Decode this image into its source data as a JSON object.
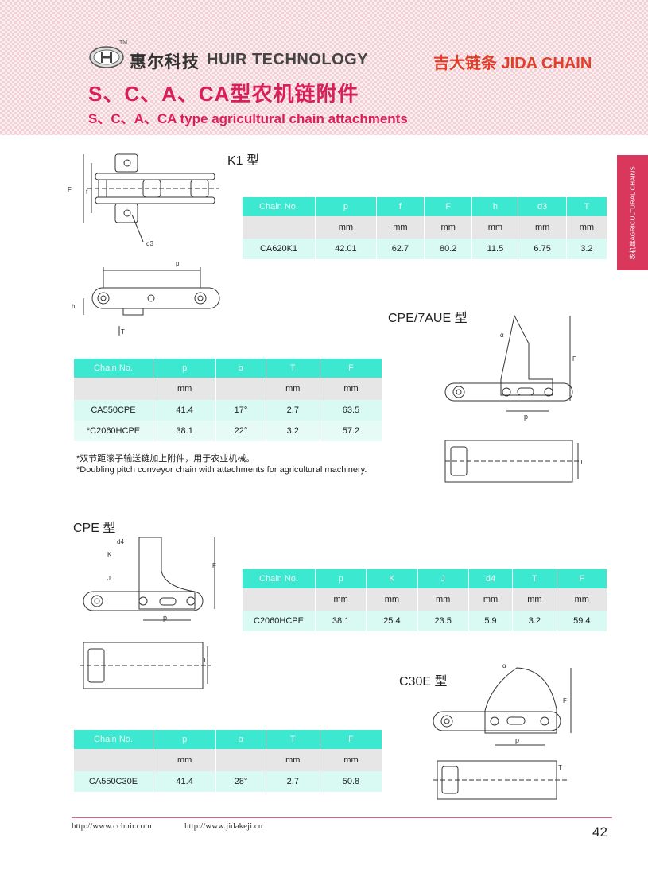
{
  "header": {
    "brand_cn": "惠尔科技",
    "brand_en": "HUIR TECHNOLOGY",
    "tm": "TM",
    "jida": "吉大链条 JIDA CHAIN",
    "title_cn": "S、C、A、CA型农机链附件",
    "title_en": "S、C、A、CA type agricultural chain attachments"
  },
  "side_tab": "农机链AGRICULTURAL CHAINS",
  "colors": {
    "accent": "#d81f5a",
    "table_header": "#3ce8d0",
    "jida": "#e0402b"
  },
  "k1": {
    "label": "K1 型",
    "headers": [
      "Chain No.",
      "p",
      "f",
      "F",
      "h",
      "d3",
      "T"
    ],
    "units": [
      "",
      "mm",
      "mm",
      "mm",
      "mm",
      "mm",
      "mm"
    ],
    "rows": [
      [
        "CA620K1",
        "42.01",
        "62.7",
        "80.2",
        "11.5",
        "6.75",
        "3.2"
      ]
    ],
    "dims": {
      "F": "F",
      "f": "f",
      "d3": "d3",
      "p": "p",
      "h": "h",
      "T": "T"
    }
  },
  "cpe7aue": {
    "label": "CPE/7AUE 型",
    "headers": [
      "Chain No.",
      "p",
      "α",
      "T",
      "F"
    ],
    "units": [
      "",
      "mm",
      "",
      "mm",
      "mm"
    ],
    "rows": [
      [
        "CA550CPE",
        "41.4",
        "17°",
        "2.7",
        "63.5"
      ],
      [
        "*C2060HCPE",
        "38.1",
        "22°",
        "3.2",
        "57.2"
      ]
    ],
    "dims": {
      "alpha": "α",
      "F": "F",
      "p": "p",
      "T": "T"
    }
  },
  "note": {
    "cn": "*双节距滚子输送链加上附件，用于农业机械。",
    "en": "*Doubling pitch conveyor chain with attachments for agricultural machinery."
  },
  "cpe": {
    "label": "CPE 型",
    "headers": [
      "Chain No.",
      "p",
      "K",
      "J",
      "d4",
      "T",
      "F"
    ],
    "units": [
      "",
      "mm",
      "mm",
      "mm",
      "mm",
      "mm",
      "mm"
    ],
    "rows": [
      [
        "C2060HCPE",
        "38.1",
        "25.4",
        "23.5",
        "5.9",
        "3.2",
        "59.4"
      ]
    ],
    "dims": {
      "d4": "d4",
      "K": "K",
      "J": "J",
      "F": "F",
      "p": "p",
      "T": "T"
    }
  },
  "c30e": {
    "label": "C30E 型",
    "headers": [
      "Chain No.",
      "p",
      "α",
      "T",
      "F"
    ],
    "units": [
      "",
      "mm",
      "",
      "mm",
      "mm"
    ],
    "rows": [
      [
        "CA550C30E",
        "41.4",
        "28°",
        "2.7",
        "50.8"
      ]
    ],
    "dims": {
      "alpha": "α",
      "F": "F",
      "p": "p",
      "T": "T"
    }
  },
  "footer": {
    "url1": "http://www.cchuir.com",
    "url2": "http://www.jidakeji.cn",
    "page": "42"
  }
}
